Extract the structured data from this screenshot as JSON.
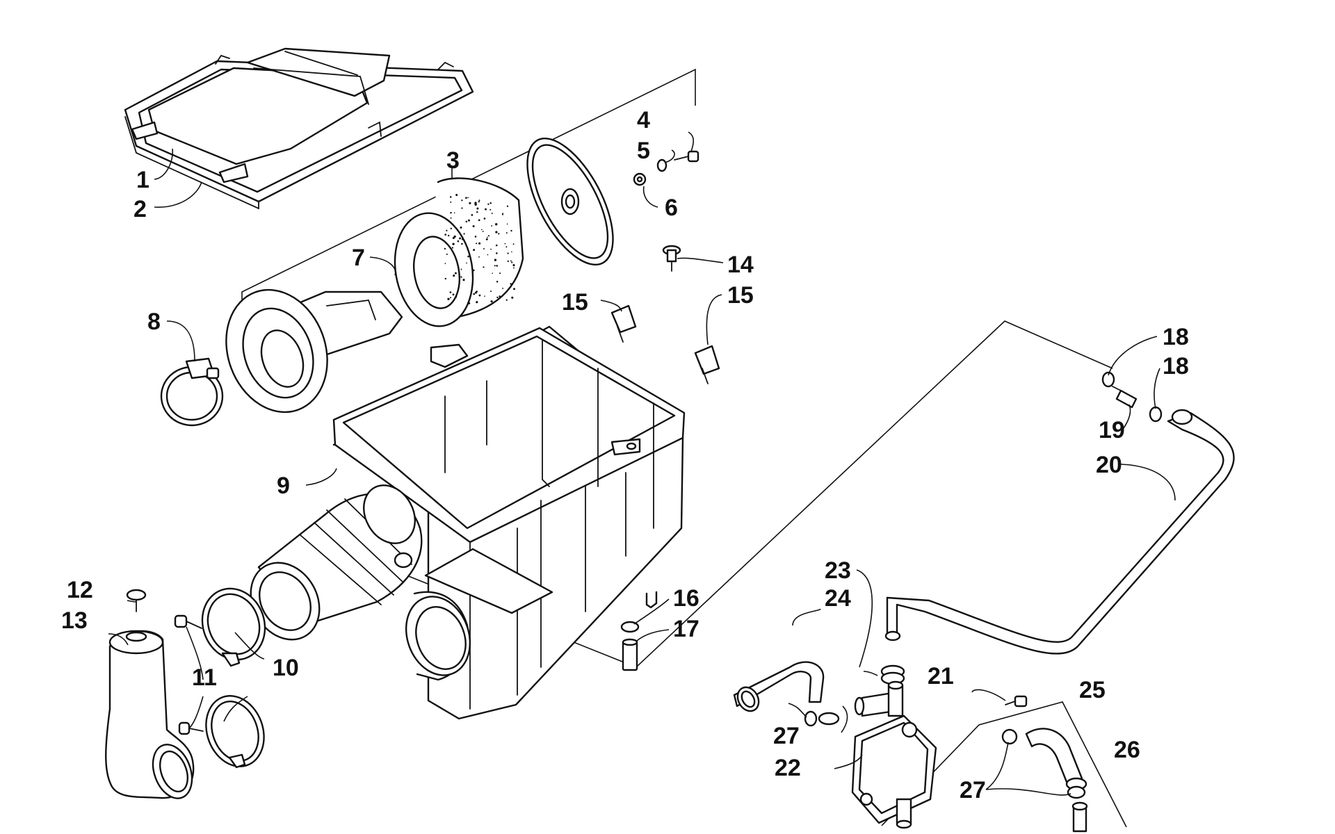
{
  "callouts": [
    {
      "id": "1",
      "text": "1"
    },
    {
      "id": "2",
      "text": "2"
    },
    {
      "id": "3",
      "text": "3"
    },
    {
      "id": "4",
      "text": "4"
    },
    {
      "id": "5",
      "text": "5"
    },
    {
      "id": "6",
      "text": "6"
    },
    {
      "id": "7",
      "text": "7"
    },
    {
      "id": "8",
      "text": "8"
    },
    {
      "id": "9",
      "text": "9"
    },
    {
      "id": "10",
      "text": "10"
    },
    {
      "id": "11",
      "text": "11"
    },
    {
      "id": "12",
      "text": "12"
    },
    {
      "id": "13",
      "text": "13"
    },
    {
      "id": "14",
      "text": "14"
    },
    {
      "id": "15a",
      "text": "15"
    },
    {
      "id": "15b",
      "text": "15"
    },
    {
      "id": "16",
      "text": "16"
    },
    {
      "id": "17",
      "text": "17"
    },
    {
      "id": "18a",
      "text": "18"
    },
    {
      "id": "18b",
      "text": "18"
    },
    {
      "id": "19",
      "text": "19"
    },
    {
      "id": "20",
      "text": "20"
    },
    {
      "id": "21",
      "text": "21"
    },
    {
      "id": "22",
      "text": "22"
    },
    {
      "id": "23",
      "text": "23"
    },
    {
      "id": "24",
      "text": "24"
    },
    {
      "id": "25",
      "text": "25"
    },
    {
      "id": "26",
      "text": "26"
    },
    {
      "id": "27a",
      "text": "27"
    },
    {
      "id": "27b",
      "text": "27"
    }
  ],
  "colors": {
    "ink": "#111111",
    "background": "#ffffff"
  }
}
